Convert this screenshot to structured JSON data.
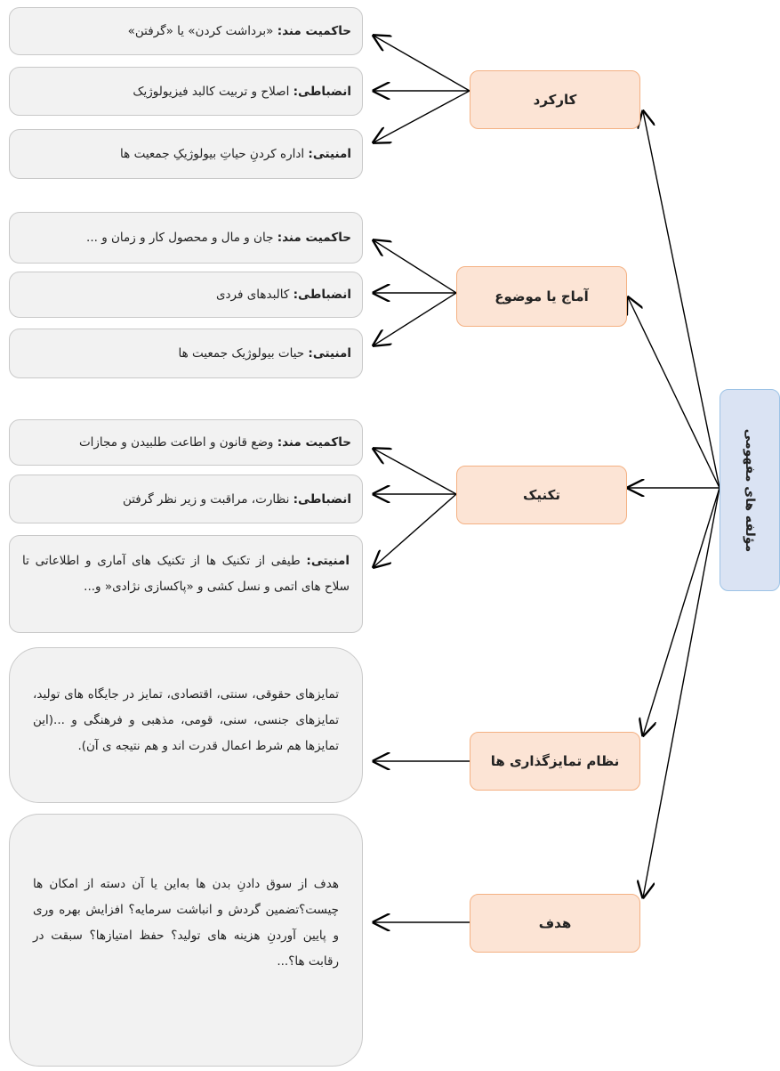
{
  "root_label": "مؤلفه های مفهومی",
  "categories": {
    "function": "کارکرد",
    "target": "آماج یا موضوع",
    "technique": "تکنیک",
    "discrimination": "نظام تمایزگذاری ها",
    "goal": "هدف"
  },
  "leaves": {
    "function_sovereign": {
      "label": "حاکمیت مند:",
      "text": " «برداشت کردن» یا «گرفتن»"
    },
    "function_discipline": {
      "label": "انضباطی:",
      "text": " اصلاح و تربیت کالبد فیزیولوژیک"
    },
    "function_security": {
      "label": "امنیتی:",
      "text": " اداره کردنِ حیاتِ بیولوژیکِ جمعیت ها"
    },
    "target_sovereign": {
      "label": "حاکمیت مند:",
      "text": " جان و مال و محصول کار و زمان و ..."
    },
    "target_discipline": {
      "label": "انضباطی:",
      "text": " کالبدهای فردی"
    },
    "target_security": {
      "label": "امنیتی:",
      "text": " حیات بیولوژیک جمعیت ها"
    },
    "technique_sovereign": {
      "label": "حاکمیت مند:",
      "text": " وضع قانون و اطاعت طلبیدن و مجازات"
    },
    "technique_discipline": {
      "label": "انضباطی:",
      "text": " نظارت، مراقبت و زیر نظر گرفتن"
    },
    "technique_security": {
      "label": "امنیتی:",
      "text": " طیفی از تکنیک ها از تکنیک های آماری و اطلاعاتی تا سلاح های اتمی و نسل کشی و «پاکسازی نژادی« و..."
    }
  },
  "discrimination_text": "تمایزهای حقوقی، سنتی، اقتصادی، تمایز در جایگاه های تولید، تمایزهای جنسی، سنی، قومی، مذهبی و فرهنگی و ...(این تمایزها هم شرط اعمال قدرت اند و هم نتیجه ی آن).",
  "goal_text": "هدف از سوق دادنِ بدن ها به‌این یا آن دسته از امکان ها چیست؟تضمین گردش و انباشت سرمایه؟ افزایش بهره وری و پایین آوردنِ هزینه های تولید؟ حفظ امتیازها؟ سبقت در رقابت ها؟..."
}
